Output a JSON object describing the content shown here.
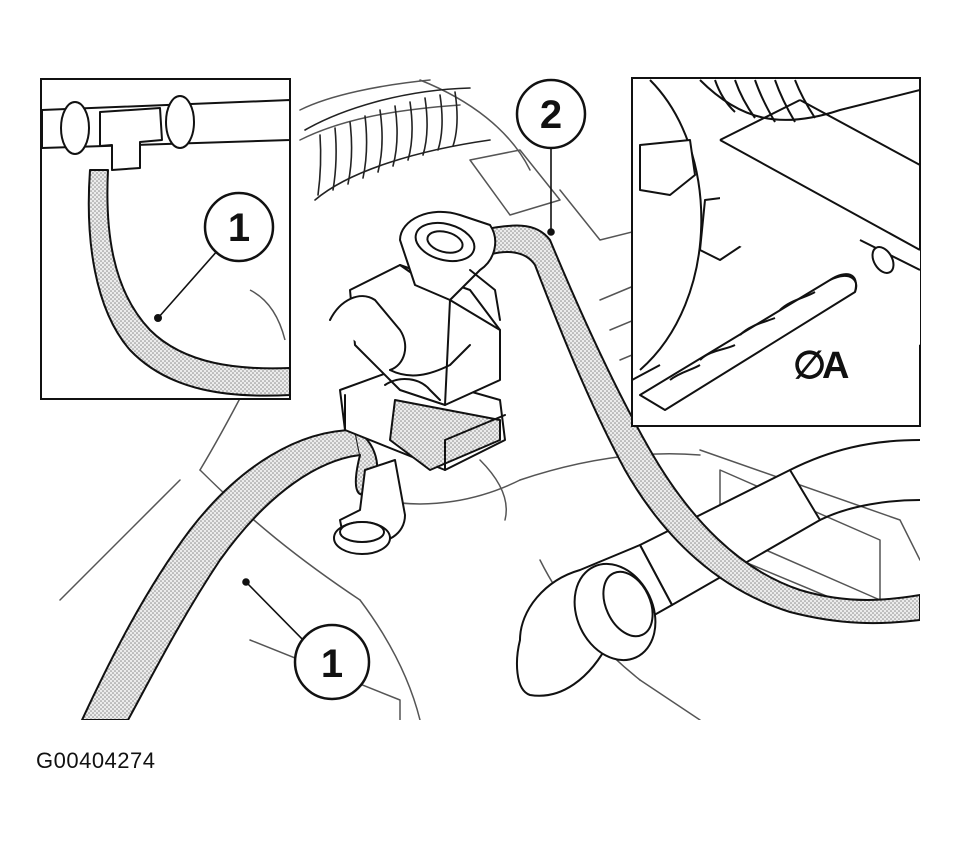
{
  "figure_id": "G00404274",
  "callouts": {
    "inset_left": "1",
    "main_bottom": "1",
    "main_top": "2"
  },
  "dimension_label": "A",
  "diameter_symbol": "∅",
  "colors": {
    "line": "#111111",
    "hose_fill": "#bdbdbd",
    "background": "#ffffff"
  }
}
